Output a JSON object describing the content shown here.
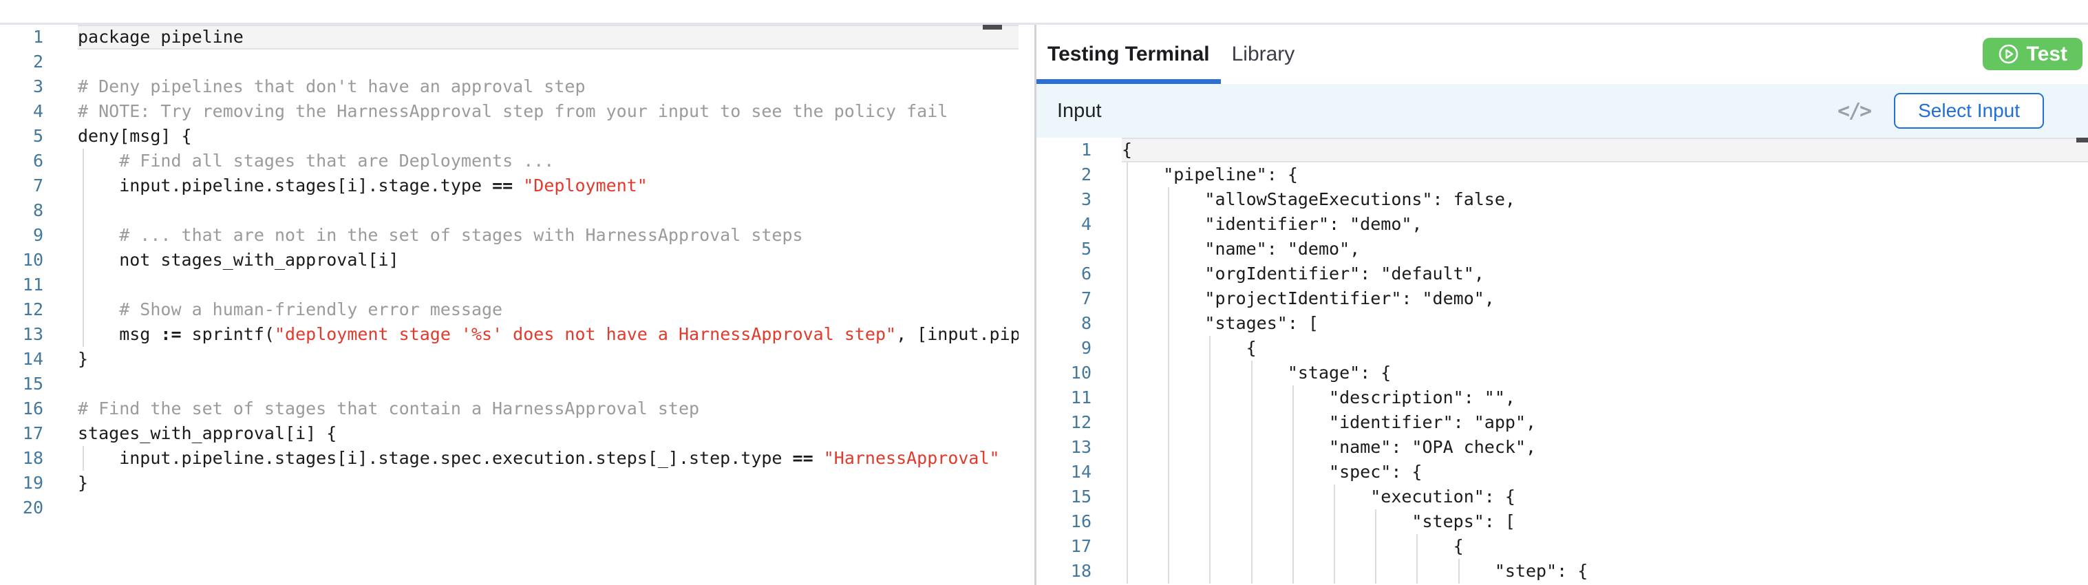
{
  "colors": {
    "primary_blue": "#2170d8",
    "tab_underline_blue": "#2e6fd4",
    "test_button_green": "#63c65e",
    "string_red": "#e23a2c",
    "comment_gray": "#9b9b9b",
    "line_number_blue": "#44789c",
    "input_bar_bg": "#ecf6fb"
  },
  "right_panel": {
    "tabs": [
      {
        "label": "Testing Terminal",
        "active": true
      },
      {
        "label": "Library",
        "active": false
      }
    ],
    "test_button_label": "Test",
    "input_section": {
      "title": "Input",
      "code_icon_glyph": "</>",
      "select_input_label": "Select Input"
    }
  },
  "left_editor": {
    "lines": [
      {
        "n": 1,
        "cur": true,
        "g": 0,
        "segs": [
          [
            "c",
            "package pipeline"
          ]
        ]
      },
      {
        "n": 2,
        "g": 0,
        "segs": []
      },
      {
        "n": 3,
        "g": 0,
        "segs": [
          [
            "m",
            "# Deny pipelines that don't have an approval step"
          ]
        ]
      },
      {
        "n": 4,
        "g": 0,
        "segs": [
          [
            "m",
            "# NOTE: Try removing the HarnessApproval step from your input to see the policy fail"
          ]
        ]
      },
      {
        "n": 5,
        "g": 0,
        "segs": [
          [
            "c",
            "deny[msg] {"
          ]
        ]
      },
      {
        "n": 6,
        "g": 1,
        "segs": [
          [
            "m",
            "    # Find all stages that are Deployments ..."
          ]
        ]
      },
      {
        "n": 7,
        "g": 1,
        "segs": [
          [
            "c",
            "    input.pipeline.stages[i].stage.type "
          ],
          [
            "o",
            "=="
          ],
          [
            "c",
            " "
          ],
          [
            "s",
            "\"Deployment\""
          ]
        ]
      },
      {
        "n": 8,
        "g": 1,
        "segs": []
      },
      {
        "n": 9,
        "g": 1,
        "segs": [
          [
            "m",
            "    # ... that are not in the set of stages with HarnessApproval steps"
          ]
        ]
      },
      {
        "n": 10,
        "g": 1,
        "segs": [
          [
            "c",
            "    not stages_with_approval[i]"
          ]
        ]
      },
      {
        "n": 11,
        "g": 1,
        "segs": []
      },
      {
        "n": 12,
        "g": 1,
        "segs": [
          [
            "m",
            "    # Show a human-friendly error message"
          ]
        ]
      },
      {
        "n": 13,
        "g": 1,
        "segs": [
          [
            "c",
            "    msg "
          ],
          [
            "o",
            ":="
          ],
          [
            "c",
            " sprintf("
          ],
          [
            "s",
            "\"deployment stage '%s' does not have a HarnessApproval step\""
          ],
          [
            "c",
            ", [input.pipel"
          ]
        ]
      },
      {
        "n": 14,
        "g": 0,
        "segs": [
          [
            "c",
            "}"
          ]
        ]
      },
      {
        "n": 15,
        "g": 0,
        "segs": []
      },
      {
        "n": 16,
        "g": 0,
        "segs": [
          [
            "m",
            "# Find the set of stages that contain a HarnessApproval step"
          ]
        ]
      },
      {
        "n": 17,
        "g": 0,
        "segs": [
          [
            "c",
            "stages_with_approval[i] {"
          ]
        ]
      },
      {
        "n": 18,
        "g": 1,
        "segs": [
          [
            "c",
            "    input.pipeline.stages[i].stage.spec.execution.steps[_].step.type "
          ],
          [
            "o",
            "=="
          ],
          [
            "c",
            " "
          ],
          [
            "s",
            "\"HarnessApproval\""
          ]
        ]
      },
      {
        "n": 19,
        "g": 0,
        "segs": [
          [
            "c",
            "}"
          ]
        ]
      },
      {
        "n": 20,
        "g": 0,
        "segs": []
      }
    ]
  },
  "right_editor": {
    "lines": [
      {
        "n": 1,
        "cur": true,
        "g": 0,
        "segs": [
          [
            "c",
            "{"
          ]
        ]
      },
      {
        "n": 2,
        "g": 1,
        "segs": [
          [
            "c",
            "    \"pipeline\": {"
          ]
        ]
      },
      {
        "n": 3,
        "g": 2,
        "segs": [
          [
            "c",
            "        \"allowStageExecutions\": false,"
          ]
        ]
      },
      {
        "n": 4,
        "g": 2,
        "segs": [
          [
            "c",
            "        \"identifier\": \"demo\","
          ]
        ]
      },
      {
        "n": 5,
        "g": 2,
        "segs": [
          [
            "c",
            "        \"name\": \"demo\","
          ]
        ]
      },
      {
        "n": 6,
        "g": 2,
        "segs": [
          [
            "c",
            "        \"orgIdentifier\": \"default\","
          ]
        ]
      },
      {
        "n": 7,
        "g": 2,
        "segs": [
          [
            "c",
            "        \"projectIdentifier\": \"demo\","
          ]
        ]
      },
      {
        "n": 8,
        "g": 2,
        "segs": [
          [
            "c",
            "        \"stages\": ["
          ]
        ]
      },
      {
        "n": 9,
        "g": 3,
        "segs": [
          [
            "c",
            "            {"
          ]
        ]
      },
      {
        "n": 10,
        "g": 4,
        "segs": [
          [
            "c",
            "                \"stage\": {"
          ]
        ]
      },
      {
        "n": 11,
        "g": 5,
        "segs": [
          [
            "c",
            "                    \"description\": \"\","
          ]
        ]
      },
      {
        "n": 12,
        "g": 5,
        "segs": [
          [
            "c",
            "                    \"identifier\": \"app\","
          ]
        ]
      },
      {
        "n": 13,
        "g": 5,
        "segs": [
          [
            "c",
            "                    \"name\": \"OPA check\","
          ]
        ]
      },
      {
        "n": 14,
        "g": 5,
        "segs": [
          [
            "c",
            "                    \"spec\": {"
          ]
        ]
      },
      {
        "n": 15,
        "g": 6,
        "segs": [
          [
            "c",
            "                        \"execution\": {"
          ]
        ]
      },
      {
        "n": 16,
        "g": 7,
        "segs": [
          [
            "c",
            "                            \"steps\": ["
          ]
        ]
      },
      {
        "n": 17,
        "g": 8,
        "segs": [
          [
            "c",
            "                                {"
          ]
        ]
      },
      {
        "n": 18,
        "g": 9,
        "segs": [
          [
            "c",
            "                                    \"step\": {"
          ]
        ]
      }
    ]
  }
}
